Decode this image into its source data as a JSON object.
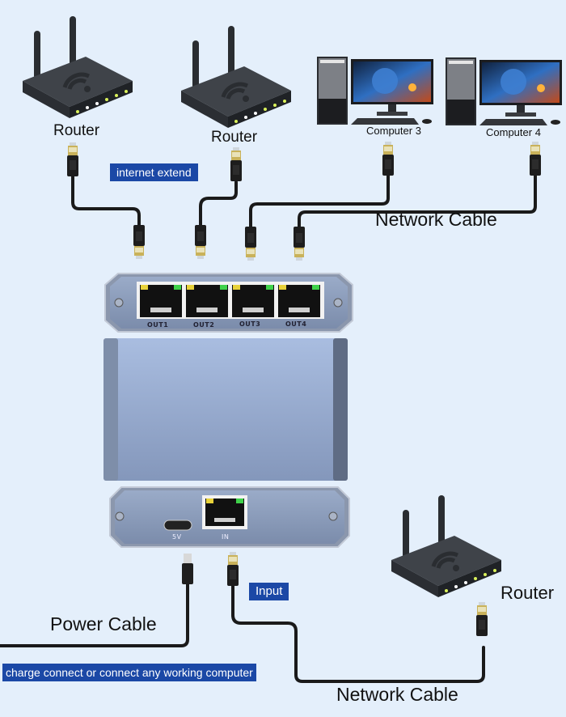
{
  "diagram": {
    "title": "Ethernet network splitter connection diagram",
    "devices": {
      "router_top_left": {
        "label": "Router"
      },
      "router_top_mid": {
        "label": "Router"
      },
      "computer_3": {
        "label": "Computer 3"
      },
      "computer_4": {
        "label": "Computer 4"
      },
      "router_bottom_right": {
        "label": "Router"
      }
    },
    "tags": {
      "internet_extend": "internet extend",
      "input": "Input",
      "charge_note": "charge connect or connect any working computer"
    },
    "cable_labels": {
      "network_cable_top": "Network Cable",
      "power_cable": "Power Cable",
      "network_cable_bottom": "Network Cable"
    },
    "splitter": {
      "output_ports": [
        "OUT1",
        "OUT2",
        "OUT3",
        "OUT4"
      ],
      "power_port": "5V",
      "input_port": "IN"
    },
    "colors": {
      "background": "#e4effb",
      "tag_blue": "#1b48a6",
      "led_yellow": "#e8d23a",
      "led_green": "#3fd24a",
      "device_body": "#8fa2c4",
      "cable": "#1a1a1a"
    }
  }
}
